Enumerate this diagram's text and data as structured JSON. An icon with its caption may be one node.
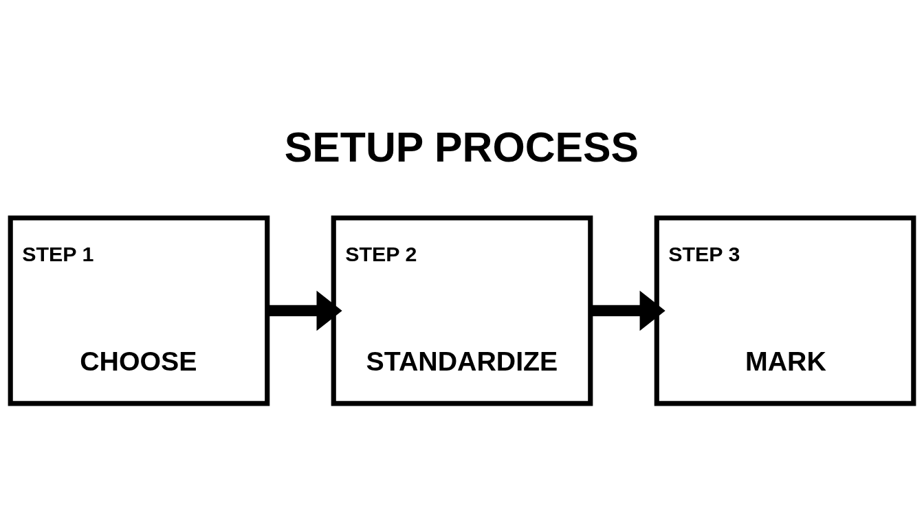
{
  "diagram": {
    "title": "SETUP PROCESS",
    "nodes": [
      {
        "text": [
          "STEP 1",
          "CHOOSE"
        ]
      },
      {
        "text": [
          "STEP 2",
          "STANDARDIZE"
        ]
      },
      {
        "text": [
          "STEP 3",
          "MARK"
        ]
      }
    ],
    "edges": [
      {
        "from": 0,
        "to": 1,
        "arrow": "to"
      },
      {
        "from": 1,
        "to": 2,
        "arrow": "to"
      }
    ]
  }
}
